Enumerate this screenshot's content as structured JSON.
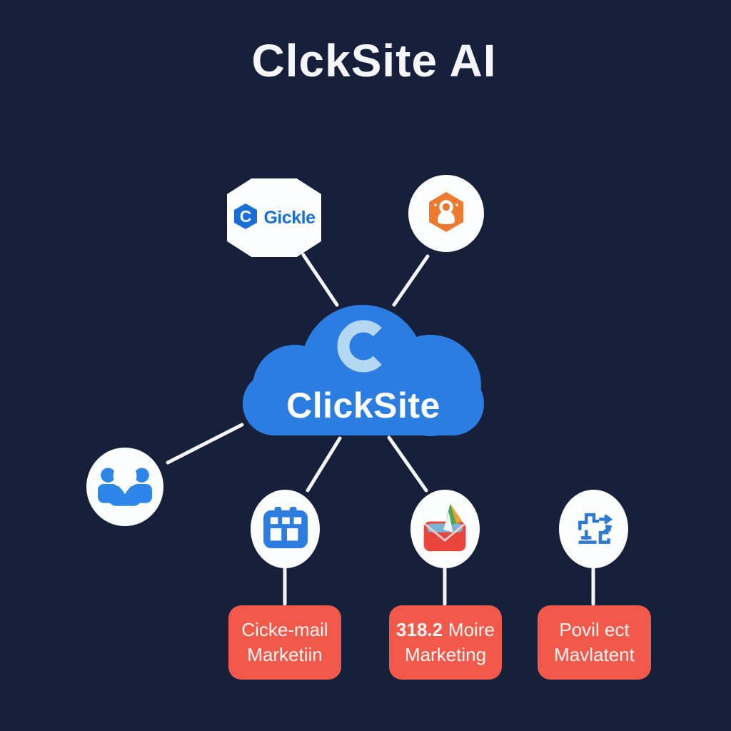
{
  "title": "ClckSite AI",
  "cloud": {
    "logo_letter": "C",
    "label": "ClickSite"
  },
  "nodes": {
    "gickle": {
      "label": "Gickle",
      "logo_letter": "C",
      "icon": "gickle-hexagon-c-logo"
    },
    "security": {
      "icon": "orange-hexagon-padlock"
    },
    "people": {
      "icon": "people-group-pin"
    },
    "calendar": {
      "icon": "blue-calendar-grid"
    },
    "email": {
      "icon": "red-envelope-play-triangle"
    },
    "workflow": {
      "icon": "blue-flowchart-arrows"
    }
  },
  "boxes": [
    {
      "line1": "Cicke-mail",
      "line2": "Marketiin"
    },
    {
      "line1_bold": "318.2",
      "line1_rest": "Moire",
      "line2": "Marketing"
    },
    {
      "line1": "Povil ect",
      "line2": "Mavlatent"
    }
  ],
  "colors": {
    "background": "#16203a",
    "cloud_blue": "#2b7de2",
    "logo_light_blue": "#b5d8f2",
    "icon_blue": "#2e86e8",
    "gickle_blue": "#1a6fd6",
    "accent_orange": "#ed7a2f",
    "box_red": "#f2594b",
    "node_white": "#fcfdfe",
    "line_white": "#f3f5f7",
    "title_white": "#f4f6f9"
  }
}
